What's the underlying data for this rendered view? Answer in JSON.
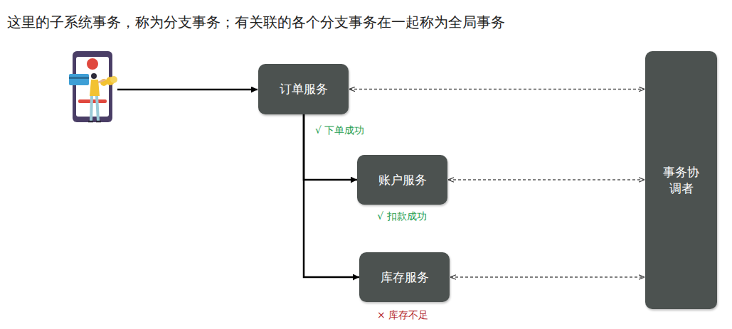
{
  "diagram": {
    "title": "这里的子系统事务，称为分支事务；有关联的各个分支事务在一起称为全局事务",
    "nodes": [
      {
        "text": [
          "订单服务"
        ]
      },
      {
        "text": [
          "账户服务"
        ]
      },
      {
        "text": [
          "库存服务"
        ]
      },
      {
        "text": [
          "事务协调者"
        ]
      }
    ],
    "edges": [
      {
        "from": 0,
        "to": 1,
        "arrow": "to"
      },
      {
        "from": 0,
        "to": 2,
        "arrow": "to"
      },
      {
        "from": 0,
        "to": 3,
        "arrow": "both"
      },
      {
        "from": 1,
        "to": 3,
        "arrow": "both"
      },
      {
        "from": 2,
        "to": 3,
        "arrow": "both"
      }
    ],
    "labels": [
      "√  下单成功",
      "√  扣款成功",
      "×  库存不足"
    ]
  }
}
